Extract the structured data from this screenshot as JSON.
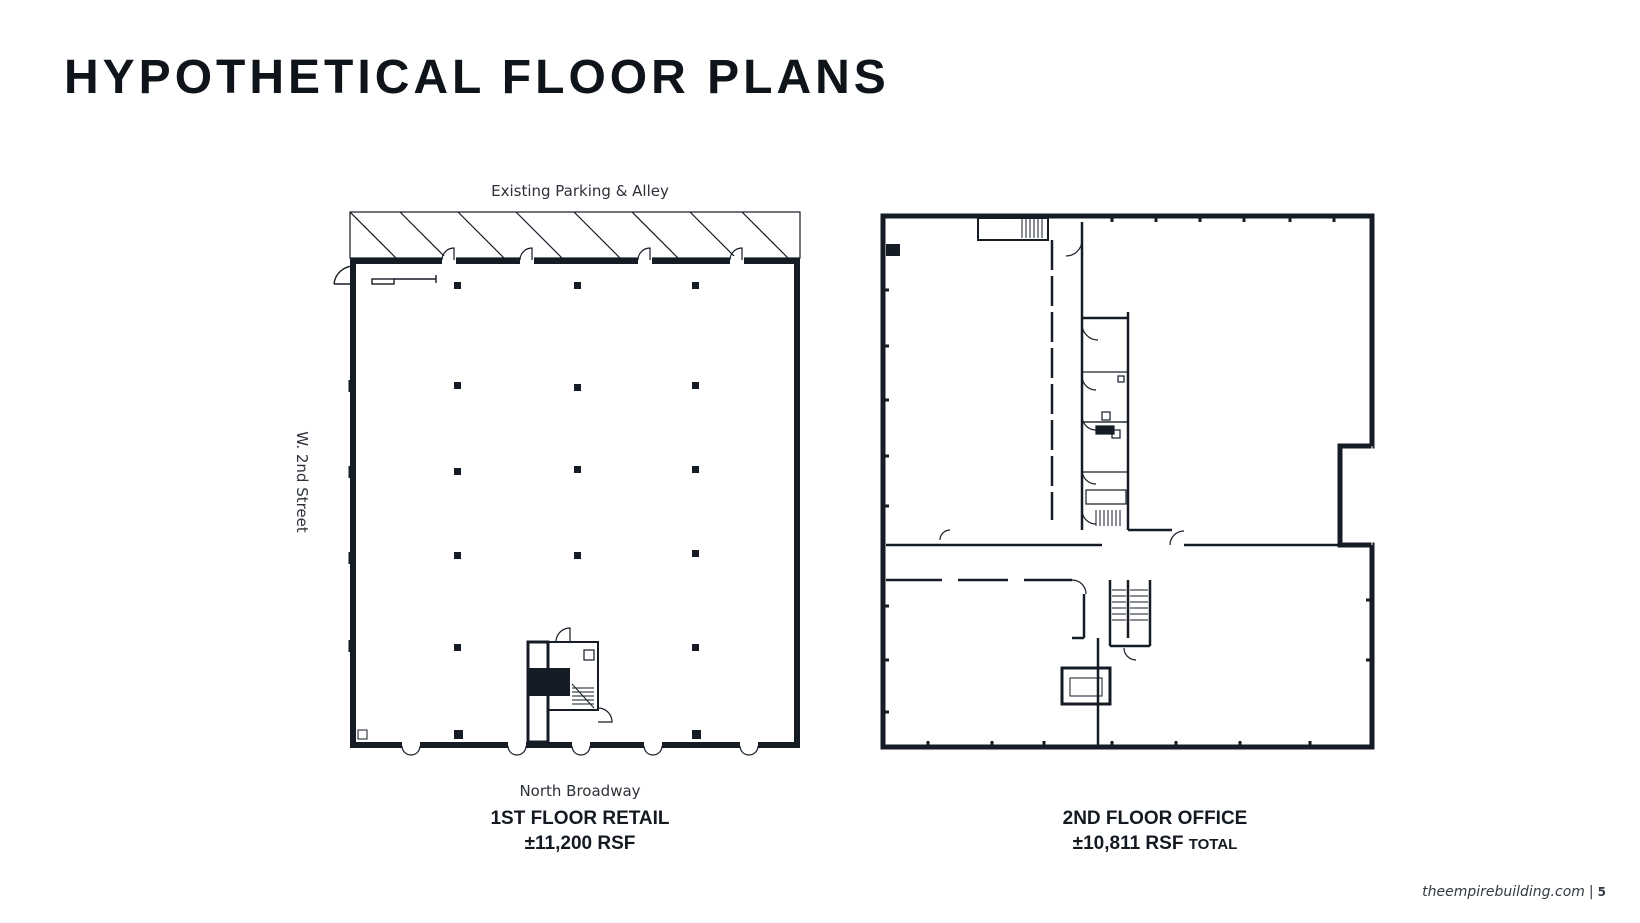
{
  "title": "HYPOTHETICAL FLOOR PLANS",
  "plan_1": {
    "street_top": "Existing Parking & Alley",
    "street_side": "W. 2nd Street",
    "street_bottom": "North Broadway",
    "caption_line1": "1ST FLOOR RETAIL",
    "caption_line2": "±11,200 RSF"
  },
  "plan_2": {
    "caption_line1": "2ND FLOOR OFFICE",
    "caption_line2_value": "±10,811 RSF",
    "caption_line2_suffix": "TOTAL"
  },
  "footer": {
    "site": "theempirebuilding.com",
    "separator": "|",
    "page": "5"
  },
  "colors": {
    "ink": "#141a22",
    "wall": "#151c26"
  }
}
